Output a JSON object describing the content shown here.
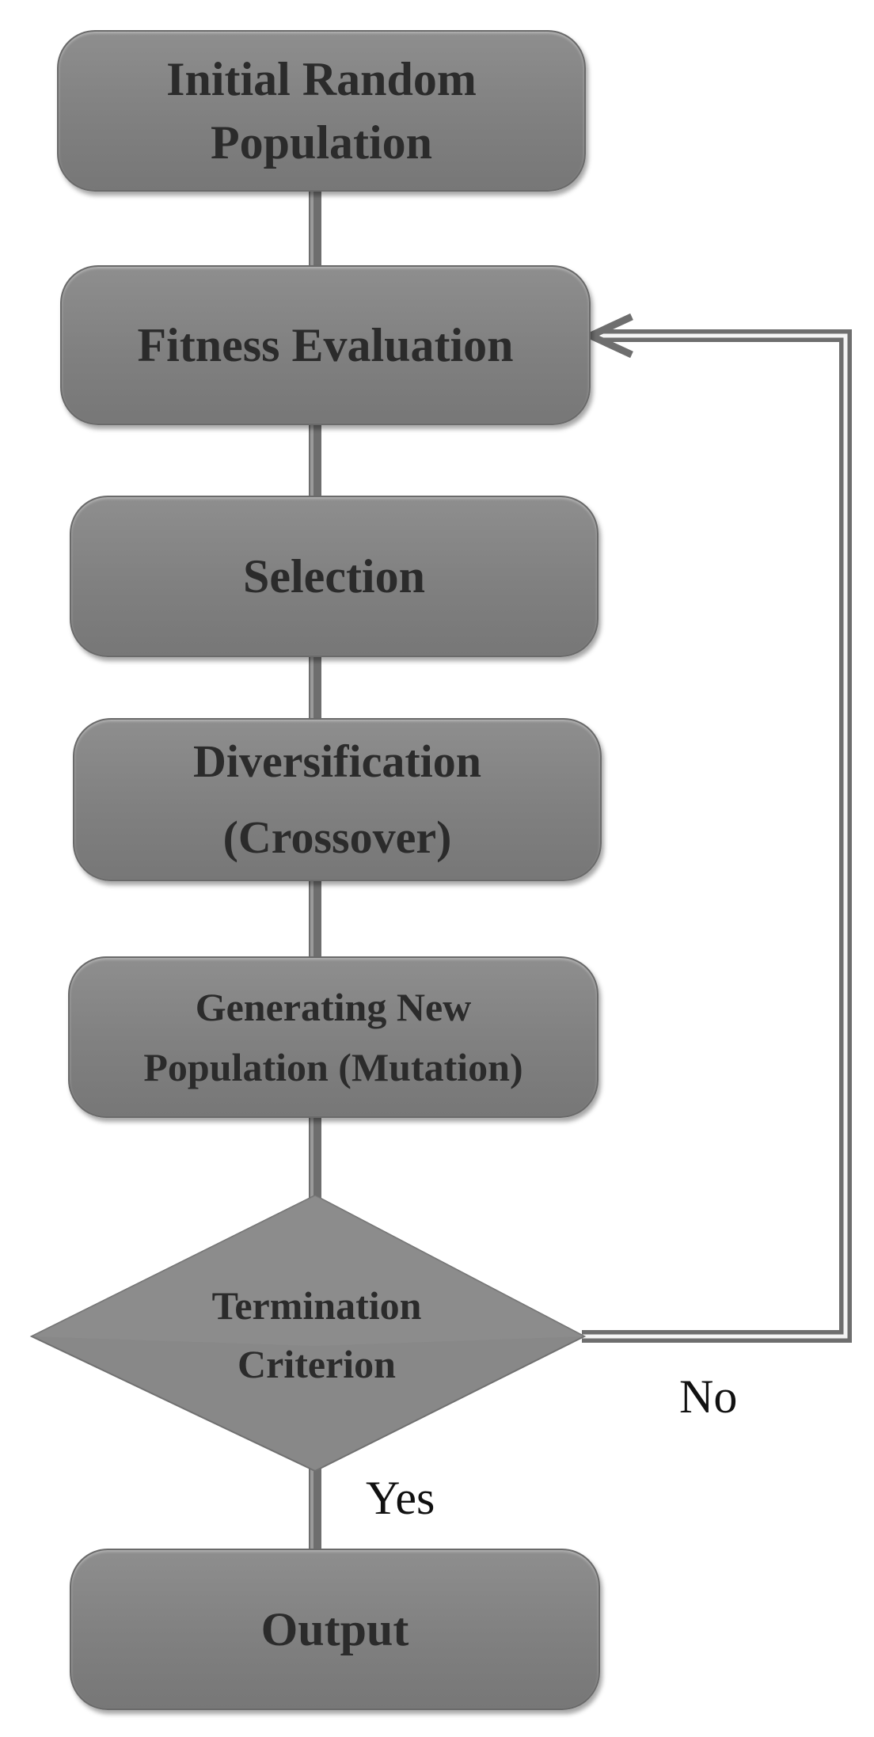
{
  "nodes": {
    "initial_population": {
      "line1": "Initial Random",
      "line2": "Population"
    },
    "fitness_evaluation": {
      "label": "Fitness Evaluation"
    },
    "selection": {
      "label": "Selection"
    },
    "diversification": {
      "line1": "Diversification",
      "line2": "(Crossover)"
    },
    "new_population": {
      "line1": "Generating New",
      "line2": "Population (Mutation)"
    },
    "termination": {
      "line1": "Termination",
      "line2": "Criterion"
    },
    "output": {
      "label": "Output"
    }
  },
  "edges": {
    "no_label": "No",
    "yes_label": "Yes"
  },
  "colors": {
    "box_fill": "#878787",
    "text": "#2b2b2b",
    "connector": "#6e6e6e"
  }
}
